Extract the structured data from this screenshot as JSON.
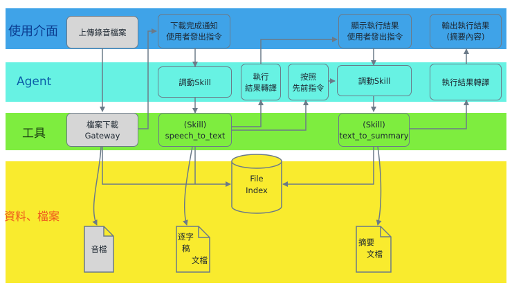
{
  "lanes": {
    "ui": "使用介面",
    "agent": "Agent",
    "tools": "工具",
    "data": "資料、檔案"
  },
  "nodes": {
    "upload_recording": "上傳錄音檔案",
    "download_notify": [
      "下載完成通知",
      "使用者發出指令"
    ],
    "show_result": [
      "顯示執行結果",
      "使用者發出指令"
    ],
    "output_result": [
      "輸出執行結果",
      "(摘要內容)"
    ],
    "invoke_skill_1": "調動Skill",
    "exec_result_translate": [
      "執行",
      "結果轉譯"
    ],
    "follow_instruction": [
      "按照",
      "先前指令"
    ],
    "invoke_skill_2": "調動Skill",
    "exec_result_translate_2": "執行結果轉譯",
    "file_download_gateway": [
      "檔案下載",
      "Gateway"
    ],
    "skill_speech_to_text": [
      "(Skill)",
      "speech_to_text"
    ],
    "skill_text_to_summary": [
      "(Skill)",
      "text_to_summary"
    ],
    "file_index": [
      "File",
      "Index"
    ],
    "audio_file": "音檔",
    "transcript": [
      "逐字",
      "稿",
      "文檔"
    ],
    "summary_doc": [
      "摘要",
      "文檔"
    ]
  },
  "colors": {
    "ui_lane": "#3fa3e8",
    "agent_lane": "#67f2e3",
    "tools_lane": "#7eed3f",
    "data_lane": "#f9eb2e",
    "data_label": "#ee5a1e",
    "node_gray": "#d6d6d6",
    "line": "#6b7a88"
  }
}
